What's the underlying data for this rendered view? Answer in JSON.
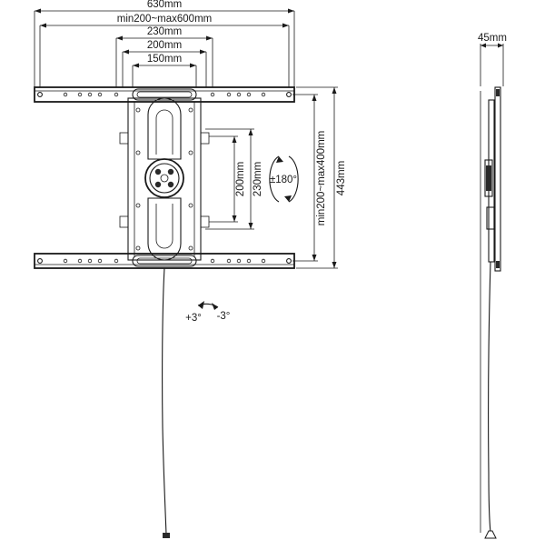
{
  "dimensions": {
    "overall_width": "630mm",
    "rail_span": "min200~max600mm",
    "plate_outer": "230mm",
    "plate_mid": "200mm",
    "plate_inner": "150mm",
    "vertical_200": "200mm",
    "vertical_230": "230mm",
    "vertical_span": "min200~max400mm",
    "overall_height": "443mm",
    "depth": "45mm"
  },
  "rotation": {
    "swivel": "±180°",
    "tilt_plus": "+3°",
    "tilt_minus": "-3°"
  },
  "colors": {
    "line": "#1a1a1a",
    "fill_dark": "#2a2a2a",
    "fill_plate": "#ffffff"
  }
}
